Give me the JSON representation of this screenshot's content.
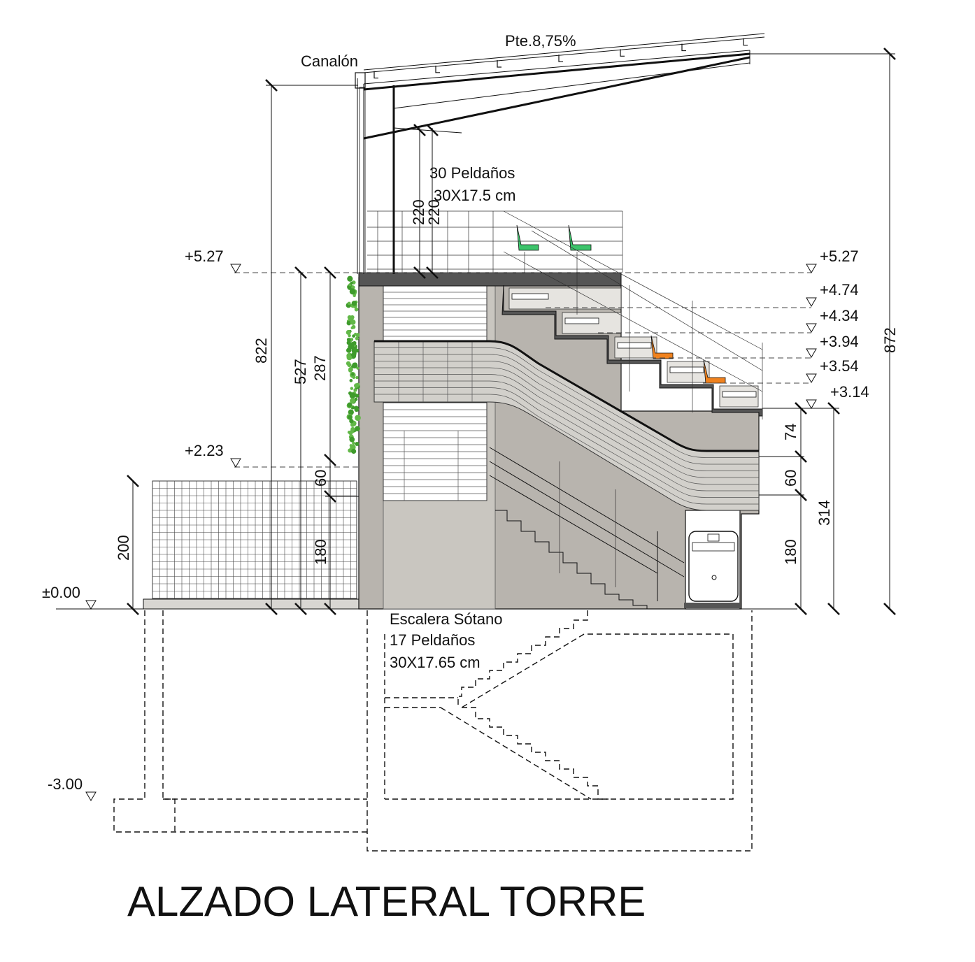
{
  "title": "ALZADO LATERAL TORRE",
  "roof": {
    "slope_label": "Pte.8,75%",
    "gutter_label": "Canalón"
  },
  "stairs_upper": {
    "line1": "30 Peldaños",
    "line2": "30X17.5 cm"
  },
  "stairs_basement": {
    "line1": "Escalera Sótano",
    "line2": "17 Peldaños",
    "line3": "30X17.65 cm"
  },
  "levels": {
    "l527_left": "+5.27",
    "l527_right": "+5.27",
    "l474": "+4.74",
    "l434": "+4.34",
    "l394": "+3.94",
    "l354": "+3.54",
    "l314": "+3.14",
    "l223": "+2.23",
    "l000": "±0.00",
    "lm300": "-3.00"
  },
  "dimensions": {
    "d822": "822",
    "d527": "527",
    "d287": "287",
    "d220a": "220",
    "d220b": "220",
    "d200": "200",
    "d60_left": "60",
    "d180_left": "180",
    "d74": "74",
    "d60_right": "60",
    "d180_right": "180",
    "d314": "314",
    "d872": "872"
  },
  "colors": {
    "concrete": "#b8b4ae",
    "concrete_light": "#d2d0cb",
    "slab": "#555555",
    "seat_green": "#3cc46b",
    "seat_orange": "#f0821e",
    "hedge": "#3f9b2c"
  }
}
